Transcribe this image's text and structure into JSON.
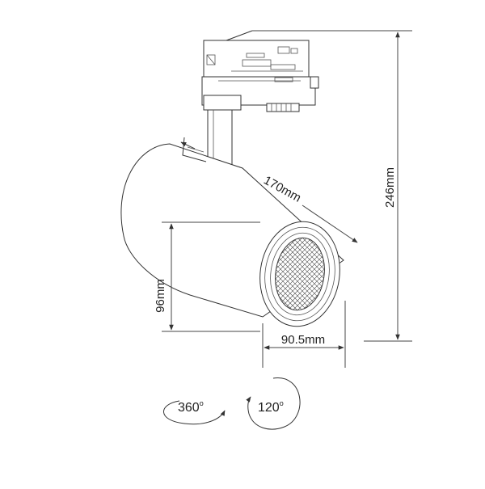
{
  "diagram": {
    "dimensions": {
      "length": "170mm",
      "height": "246mm",
      "diameter_body": "96mm",
      "diameter_front": "90.5mm"
    },
    "rotation": {
      "horizontal": "360",
      "horizontal_unit": "o",
      "vertical": "120",
      "vertical_unit": "o"
    },
    "colors": {
      "line": "#333333",
      "background": "#ffffff"
    }
  }
}
